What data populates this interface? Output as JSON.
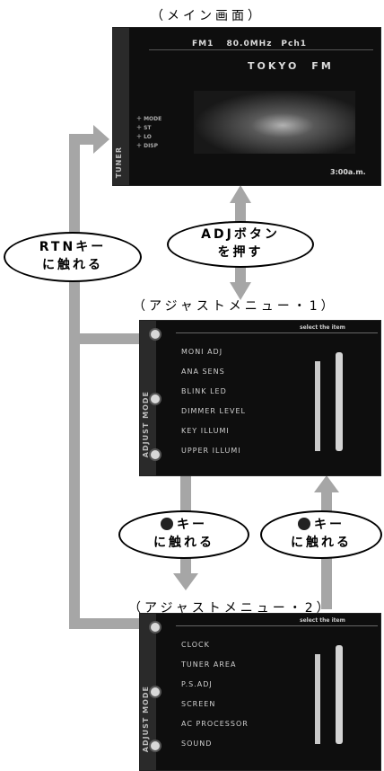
{
  "captions": {
    "main": "（メイン画面）",
    "adjust1": "（アジャストメニュー・1）",
    "adjust2": "（アジャストメニュー・2）"
  },
  "main_screen": {
    "band_label": "TUNER",
    "freq_line": "FM1　 80.0MHz　Pch1",
    "station_line": "TOKYO　FM",
    "left_list": [
      "＋ MODE",
      "＋ ST",
      "＋ LO",
      "＋ DISP"
    ],
    "clock": "3:00a.m."
  },
  "adjust1": {
    "band_label": "ADJUST MODE",
    "header": "select the item",
    "items": [
      "MONI ADJ",
      "ANA SENS",
      "BLINK LED",
      "DIMMER LEVEL",
      "KEY ILLUMI",
      "UPPER ILLUMI"
    ]
  },
  "adjust2": {
    "band_label": "ADJUST MODE",
    "header": "select the item",
    "items": [
      "CLOCK",
      "TUNER AREA",
      "P.S.ADJ",
      "SCREEN",
      "AC PROCESSOR",
      "SOUND"
    ]
  },
  "bubbles": {
    "adj": [
      "ADJボタン",
      "を押す"
    ],
    "rtn": [
      "RTNキー",
      "に触れる"
    ],
    "down": [
      "キー",
      "に触れる"
    ],
    "up": [
      "キー",
      "に触れる"
    ]
  },
  "colors": {
    "arrow": "#a6a6a6",
    "screen_bg": "#0e0e0e"
  }
}
